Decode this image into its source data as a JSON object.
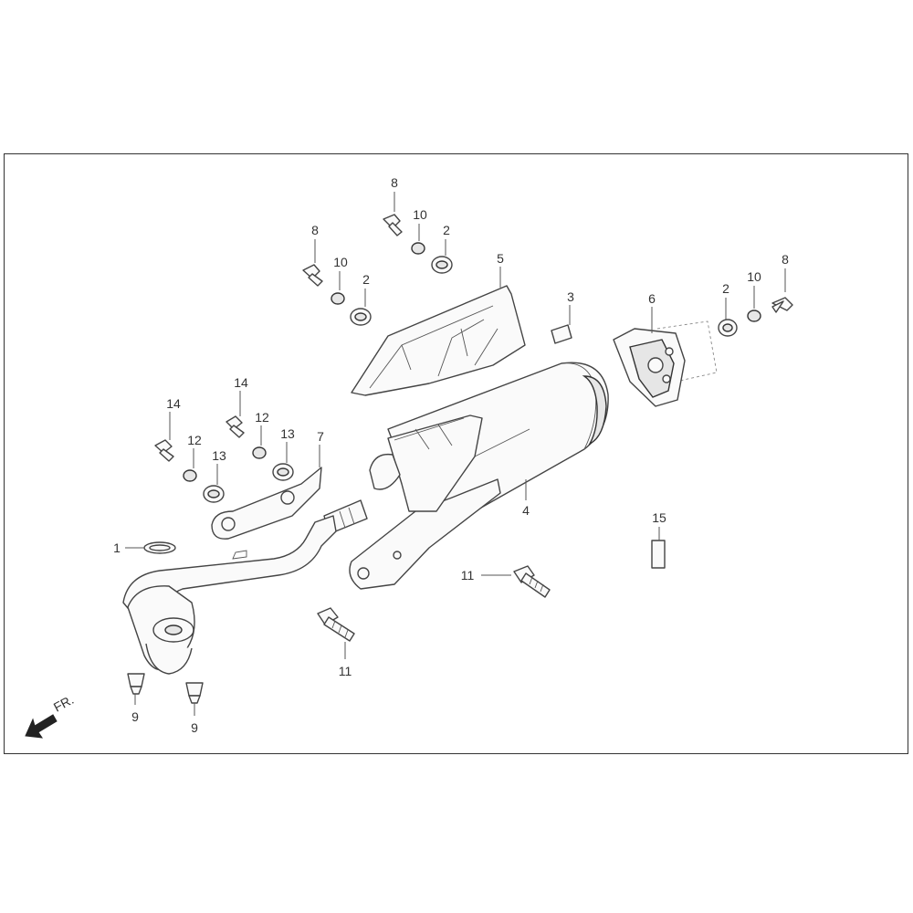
{
  "direction_label": "FR.",
  "callouts": {
    "c1": "1",
    "c2a": "2",
    "c2b": "2",
    "c2c": "2",
    "c3": "3",
    "c4": "4",
    "c5": "5",
    "c6": "6",
    "c7": "7",
    "c8a": "8",
    "c8b": "8",
    "c8c": "8",
    "c9a": "9",
    "c9b": "9",
    "c10a": "10",
    "c10b": "10",
    "c10c": "10",
    "c11a": "11",
    "c11b": "11",
    "c12a": "12",
    "c12b": "12",
    "c13a": "13",
    "c13b": "13",
    "c14a": "14",
    "c14b": "14",
    "c15": "15"
  }
}
